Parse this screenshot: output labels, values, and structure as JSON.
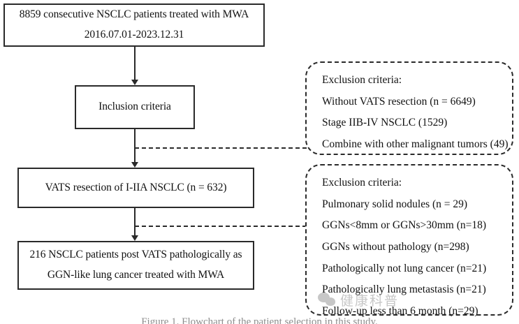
{
  "figure": {
    "type": "flowchart",
    "caption": "Figure 1. Flowchart of the patient selection in this study.",
    "colors": {
      "box_border": "#2a2a2a",
      "background": "#ffffff",
      "text": "#111111",
      "watermark": "#9a9a9a"
    }
  },
  "nodes": {
    "cohort": {
      "line1": "8859 consecutive NSCLC patients treated with MWA",
      "line2": "2016.07.01-2023.12.31"
    },
    "inclusion": {
      "label": "Inclusion criteria"
    },
    "vats": {
      "label": "VATS  resection of I-IIA NSCLC (n = 632)"
    },
    "final": {
      "line1": "216 NSCLC patients post VATS pathologically as",
      "line2": "GGN-like lung cancer treated with MWA"
    }
  },
  "exclusions": [
    {
      "title": "Exclusion criteria:",
      "items": [
        "Without VATS resection (n = 6649)",
        "Stage IIB-IV  NSCLC (1529)",
        "Combine with other malignant tumors (49)"
      ]
    },
    {
      "title": "Exclusion criteria:",
      "items": [
        "Pulmonary solid nodules (n = 29)",
        "GGNs<8mm or GGNs>30mm (n=18)",
        "GGNs without pathology (n=298)",
        "Pathologically not lung cancer (n=21)",
        "Pathologically lung metastasis (n=21)",
        "Follow-up less than 6 month (n=29)"
      ]
    }
  ],
  "watermark": {
    "text": "健康科普"
  }
}
